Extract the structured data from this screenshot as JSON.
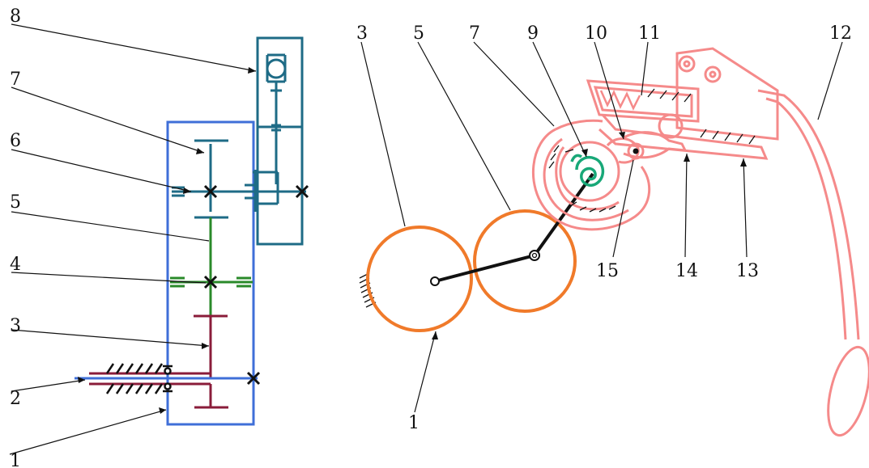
{
  "left_diagram": {
    "labels": [
      "1",
      "2",
      "3",
      "4",
      "5",
      "6",
      "7",
      "8"
    ]
  },
  "right_diagram": {
    "labels": [
      "1",
      "3",
      "5",
      "7",
      "9",
      "10",
      "11",
      "12",
      "13",
      "14",
      "15"
    ]
  },
  "colors": {
    "frame_blue": "#3f6fd8",
    "teal": "#1e6b86",
    "green": "#2a8a2a",
    "maroon": "#8a1c3a",
    "orange": "#f07a2a",
    "pink": "#f58a8a",
    "spiral_green": "#18a878",
    "black": "#111111"
  }
}
